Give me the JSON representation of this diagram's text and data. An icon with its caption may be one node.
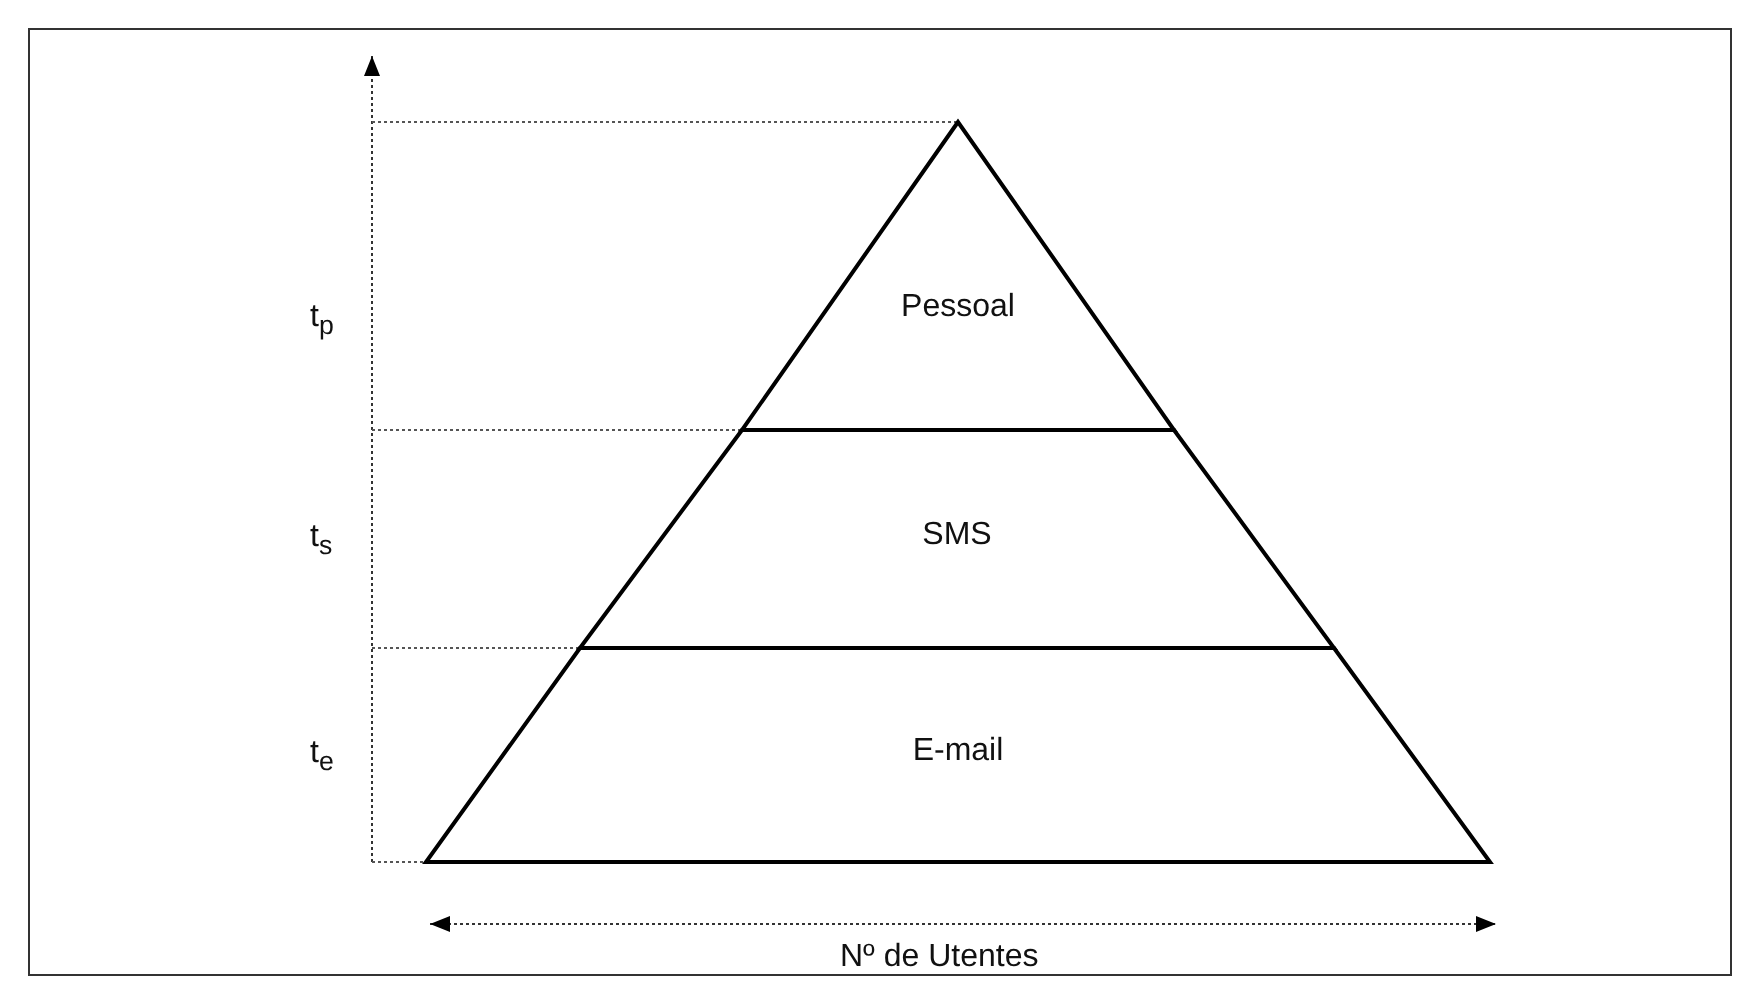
{
  "diagram": {
    "nodes": [
      {
        "text": [
          "Pessoal"
        ]
      },
      {
        "text": [
          "SMS"
        ]
      },
      {
        "text": [
          "E-mail"
        ]
      }
    ],
    "labels": [
      "t$_{p}$",
      "t$_{s}$",
      "t$_{e}$",
      "Nº de Utentes"
    ]
  }
}
